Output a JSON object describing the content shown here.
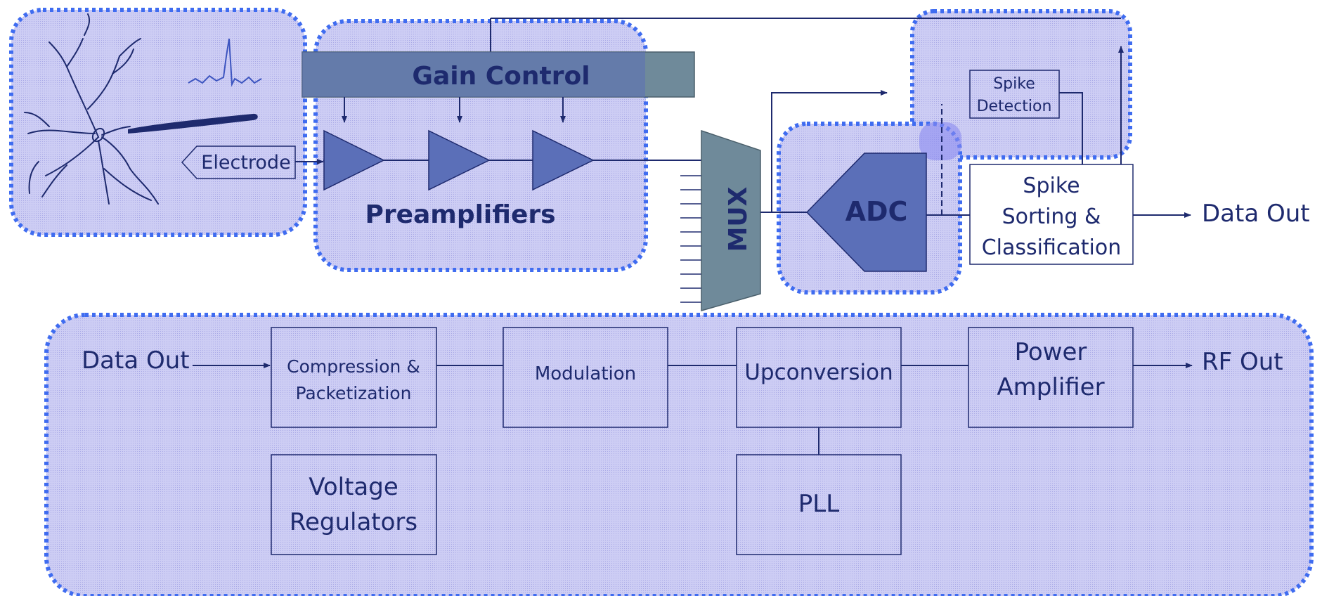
{
  "labels": {
    "gain_control": "Gain Control",
    "electrode": "Electrode",
    "preamplifiers": "Preamplifiers",
    "mux": "MUX",
    "adc": "ADC",
    "spike_detection_line1": "Spike",
    "spike_detection_line2": "Detection",
    "spike_sorting_line1": "Spike",
    "spike_sorting_line2": "Sorting &",
    "spike_sorting_line3": "Classification",
    "data_out_top": "Data Out",
    "data_out_bottom": "Data Out",
    "compression_line1": "Compression &",
    "compression_line2": "Packetization",
    "modulation": "Modulation",
    "upconversion": "Upconversion",
    "power_amp_line1": "Power",
    "power_amp_line2": "Amplifier",
    "rf_out": "RF Out",
    "voltage_reg_line1": "Voltage",
    "voltage_reg_line2": "Regulators",
    "pll": "PLL"
  },
  "colors": {
    "region_fill": "#c8c8f2",
    "region_border": "#3f6cf0",
    "block_fill": "#5b6fb8",
    "block_text": "#1e2a6e",
    "gain_bar": "#6f8a9a",
    "line": "#1e2a6e",
    "spike_sorting_fill": "#ffffff"
  }
}
